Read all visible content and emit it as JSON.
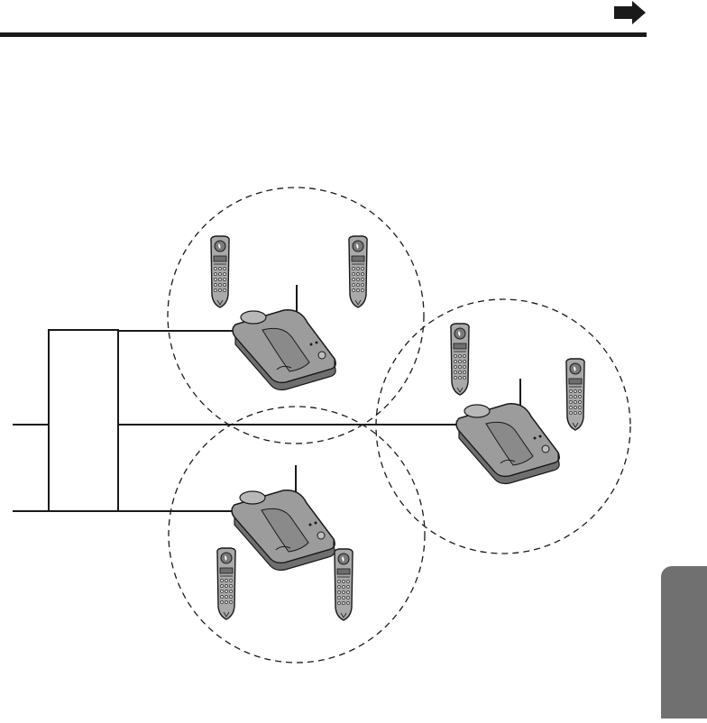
{
  "header": {
    "icon": "arrow-right-icon"
  },
  "colors": {
    "ink": "#1a1a1a",
    "phone_fill": "#9a9a9a",
    "side_tab": "#707070"
  },
  "diagram": {
    "coverage_areas": [
      "top",
      "right",
      "bottom"
    ],
    "base_units": 3,
    "handsets": 6,
    "icons": [
      "base-unit-icon",
      "handset-icon",
      "telephone-line-icon"
    ]
  },
  "side_tab": {
    "text": ""
  }
}
